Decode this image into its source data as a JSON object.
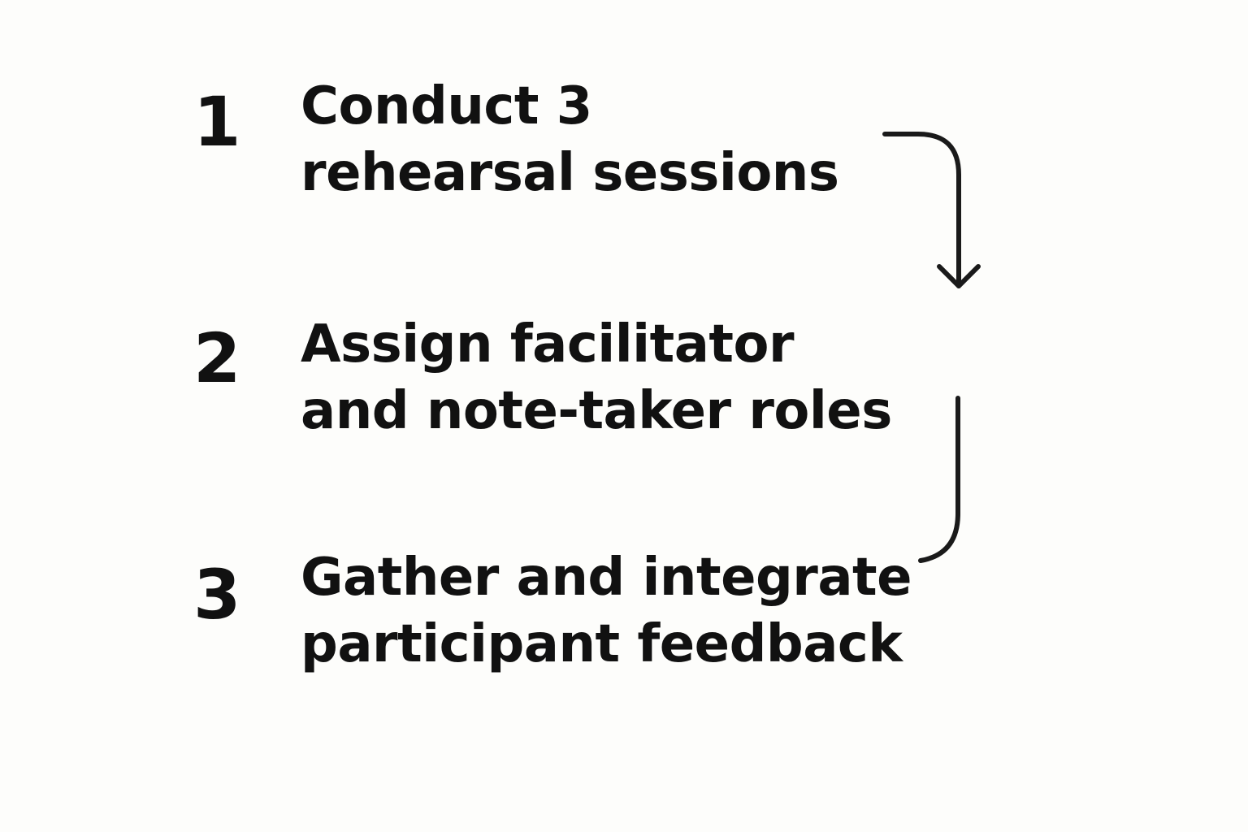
{
  "steps": [
    {
      "number": "1",
      "lines": [
        "Conduct 3",
        "rehearsal sessions"
      ]
    },
    {
      "number": "2",
      "lines": [
        "Assign facilitator",
        "and note-taker roles"
      ]
    },
    {
      "number": "3",
      "lines": [
        "Gather and integrate",
        "participant feedback"
      ]
    }
  ],
  "colors": {
    "text": "#111111",
    "connector": "#1a1a1a",
    "background": "#fdfdfb"
  }
}
